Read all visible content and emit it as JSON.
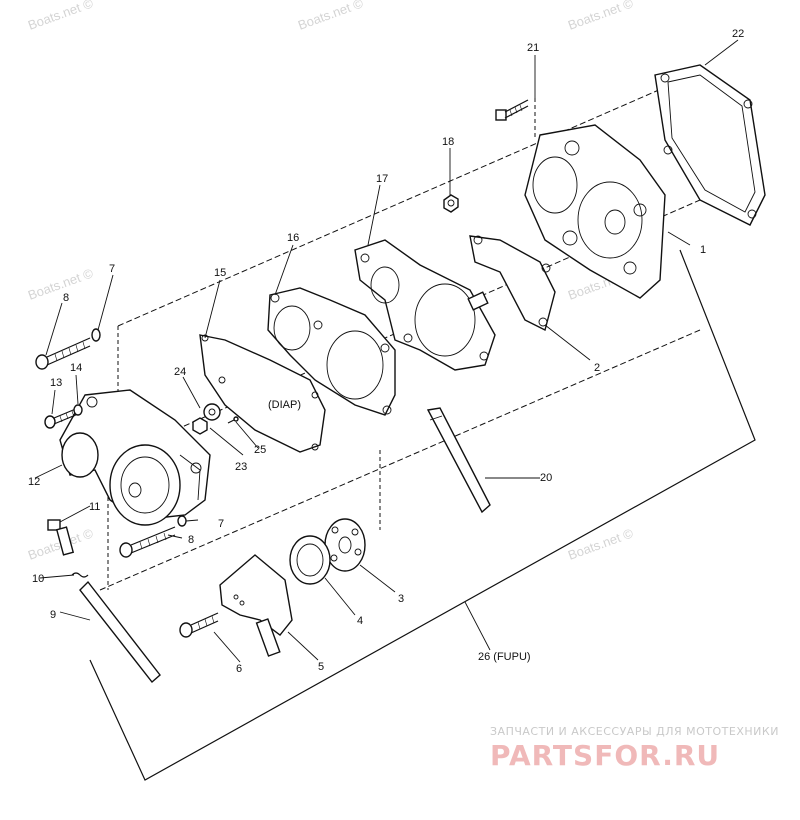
{
  "diagram": {
    "part_labels": [
      {
        "id": "1",
        "text": "1"
      },
      {
        "id": "2",
        "text": "2"
      },
      {
        "id": "3",
        "text": "3"
      },
      {
        "id": "4",
        "text": "4"
      },
      {
        "id": "5",
        "text": "5"
      },
      {
        "id": "6",
        "text": "6"
      },
      {
        "id": "7a",
        "text": "7"
      },
      {
        "id": "7b",
        "text": "7"
      },
      {
        "id": "8a",
        "text": "8"
      },
      {
        "id": "8b",
        "text": "8"
      },
      {
        "id": "9",
        "text": "9"
      },
      {
        "id": "10",
        "text": "10"
      },
      {
        "id": "11",
        "text": "11"
      },
      {
        "id": "12",
        "text": "12"
      },
      {
        "id": "13",
        "text": "13"
      },
      {
        "id": "14",
        "text": "14"
      },
      {
        "id": "15",
        "text": "15"
      },
      {
        "id": "16",
        "text": "16"
      },
      {
        "id": "17",
        "text": "17"
      },
      {
        "id": "18",
        "text": "18"
      },
      {
        "id": "20",
        "text": "20"
      },
      {
        "id": "21",
        "text": "21"
      },
      {
        "id": "22",
        "text": "22"
      },
      {
        "id": "23",
        "text": "23"
      },
      {
        "id": "24",
        "text": "24"
      },
      {
        "id": "25",
        "text": "25"
      },
      {
        "id": "26",
        "text": "26 (FUPU)"
      }
    ],
    "diaphragm_label": "(DIAP)",
    "watermark": "Boats.net ©",
    "brand": {
      "tagline": "ЗАПЧАСТИ И АКСЕССУАРЫ ДЛЯ МОТОТЕХНИКИ",
      "logo": "PARTSFOR.RU"
    }
  }
}
